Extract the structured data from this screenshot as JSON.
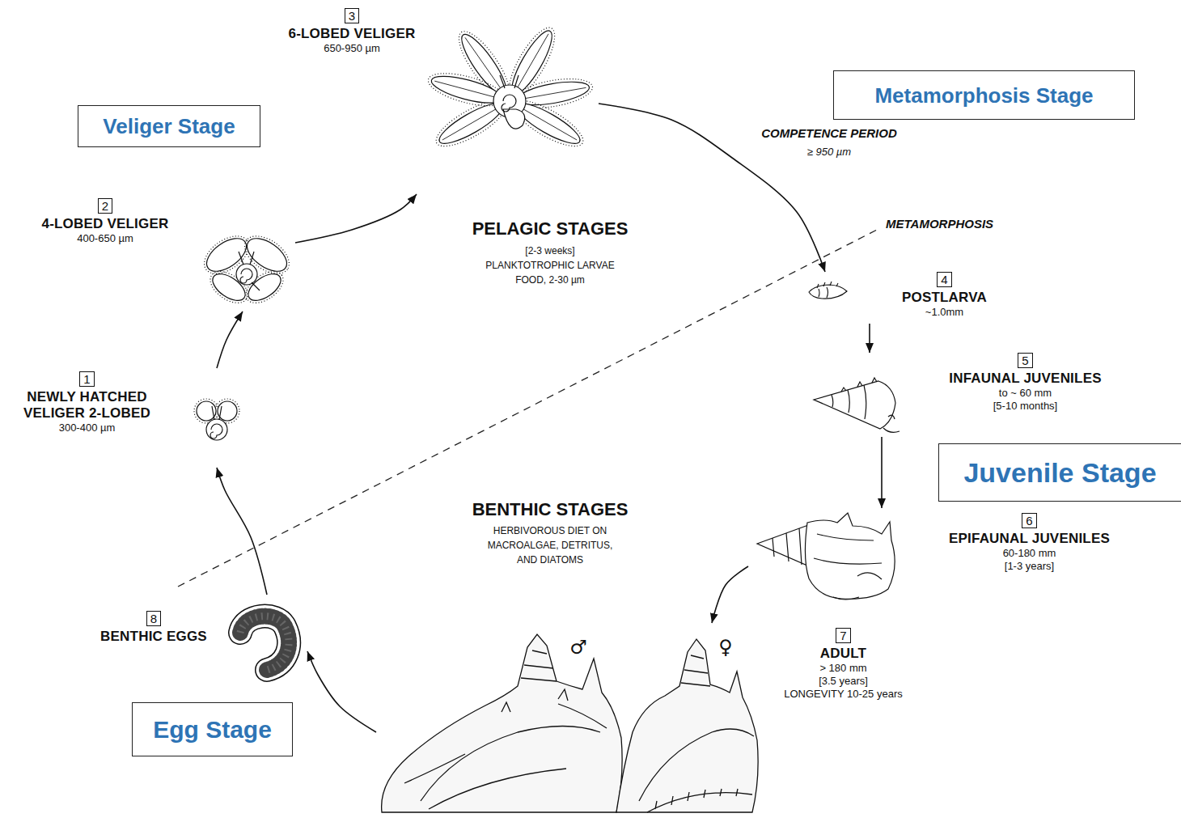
{
  "diagram": {
    "nodes": [
      {
        "text": [
          "1",
          "NEWLY HATCHED VELIGER 2-LOBED",
          "300-400 µm"
        ]
      },
      {
        "text": [
          "2",
          "4-LOBED VELIGER",
          "400-650 µm"
        ]
      },
      {
        "text": [
          "3",
          "6-LOBED VELIGER",
          "650-950 µm"
        ]
      },
      {
        "text": [
          "4",
          "POSTLARVA",
          "~1.0mm"
        ]
      },
      {
        "text": [
          "5",
          "INFAUNAL JUVENILES",
          "to ~ 60 mm",
          "[5-10 months]"
        ]
      },
      {
        "text": [
          "6",
          "EPIFAUNAL JUVENILES",
          "60-180 mm",
          "[1-3 years]"
        ]
      },
      {
        "text": [
          "7",
          "ADULT",
          "> 180 mm",
          "[3.5 years]",
          "LONGEVITY 10-25 years"
        ]
      },
      {
        "text": [
          "8",
          "BENTHIC EGGS"
        ]
      },
      {
        "text": [
          "Veliger Stage"
        ]
      },
      {
        "text": [
          "Metamorphosis Stage"
        ]
      },
      {
        "text": [
          "Juvenile Stage"
        ]
      },
      {
        "text": [
          "Egg Stage"
        ]
      }
    ],
    "edges": [
      {
        "from": 7,
        "to": 0,
        "arrow": "to"
      },
      {
        "from": 0,
        "to": 1,
        "arrow": "to"
      },
      {
        "from": 1,
        "to": 2,
        "arrow": "to"
      },
      {
        "from": 2,
        "to": 3,
        "arrow": "to"
      },
      {
        "from": 3,
        "to": 4,
        "arrow": "to"
      },
      {
        "from": 4,
        "to": 5,
        "arrow": "to"
      },
      {
        "from": 5,
        "to": 6,
        "arrow": "to"
      },
      {
        "from": 6,
        "to": 7,
        "arrow": "to"
      }
    ],
    "labels": [
      "PELAGIC STAGES",
      "[2-3 weeks]",
      "PLANKTOTROPHIC LARVAE",
      "FOOD, 2-30 µm",
      "COMPETENCE PERIOD",
      "≥ 950 µm",
      "METAMORPHOSIS",
      "BENTHIC STAGES",
      "HERBIVOROUS DIET ON",
      "MACROALGAE, DETRITUS,",
      "AND DIATOMS",
      "♂",
      "♀"
    ]
  }
}
